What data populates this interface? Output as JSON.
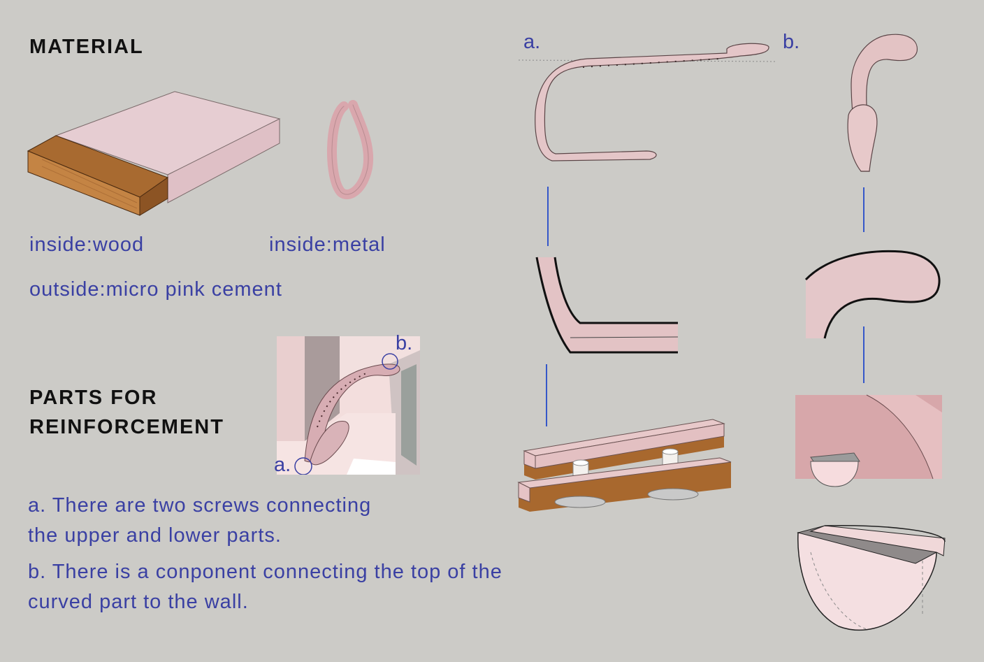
{
  "material": {
    "heading": "MATERIAL",
    "wood_caption": "inside:wood",
    "metal_caption": "inside:metal",
    "outside_caption": "outside:micro pink cement"
  },
  "parts": {
    "heading_line1": "PARTS FOR",
    "heading_line2": "REINFORCEMENT",
    "inset_label_a": "a.",
    "inset_label_b": "b.",
    "note_a_prefix": "a.",
    "note_a_line1": " There are two screws connecting",
    "note_a_line2": "the upper and lower parts.",
    "note_b_line1": "b. There is a conponent connecting the top of the",
    "note_b_line2": "curved part to the wall."
  },
  "detail": {
    "label_a": "a.",
    "label_b": "b."
  },
  "colors": {
    "background": "#cccbc7",
    "label_blue": "#3a40a3",
    "connector_blue": "#3557c9",
    "pink_cement": "#e6c3c4",
    "pink_cement_dark": "#d7a9ab",
    "wood": "#b57436"
  }
}
